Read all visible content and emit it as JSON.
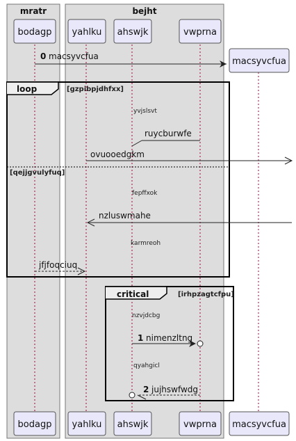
{
  "boxes": {
    "left": "mratr",
    "right": "bejht"
  },
  "participants": [
    "bodagp",
    "yahlku",
    "ahswjk",
    "vwprna",
    "macsyvcfua"
  ],
  "messages": {
    "m0": {
      "num": "0",
      "text": "macsyvcfua"
    },
    "m1": {
      "num": "1",
      "text": "nimenzltng"
    },
    "m2": {
      "num": "2",
      "text": "jujhswfwdg"
    },
    "ruycburwfe": "ruycburwfe",
    "ovuooedgkm": "ovuooedgkm",
    "nzluswmahe": "nzluswmahe",
    "jfjfoqciuq": "jfjfoqciuq"
  },
  "notes": {
    "yvjslsvt": "yvjslsvt",
    "fepffxok": "fepffxok",
    "karmreoh": "karmreoh",
    "nzvjdcbg": "nzvjdcbg",
    "qyahgicl": "qyahgicl"
  },
  "fragments": {
    "loop": {
      "keyword": "loop",
      "guard": "[gzpibpjdhfxx]",
      "else_guard": "[qejjgvulyfuq]"
    },
    "critical": {
      "keyword": "critical",
      "guard": "[irhpzagtcfpu]"
    }
  }
}
